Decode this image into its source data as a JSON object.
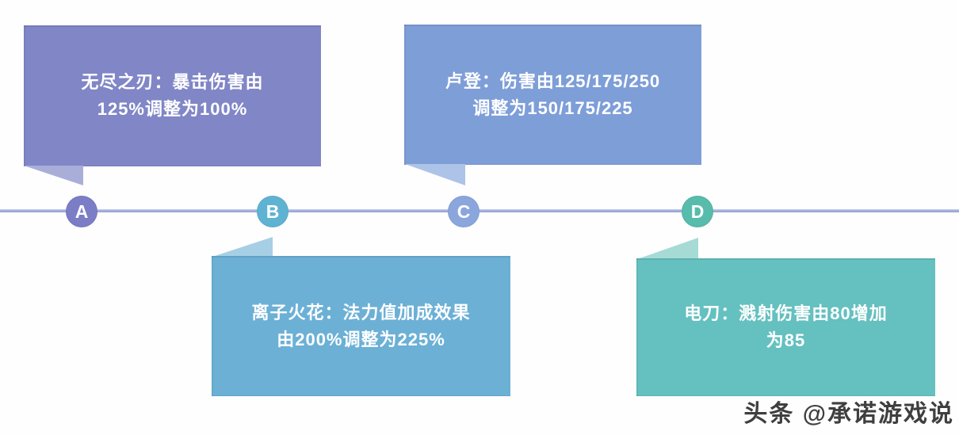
{
  "page": {
    "background_color": "#fefefe"
  },
  "timeline": {
    "line_color": "#a3b2e0",
    "nodes": [
      {
        "label": "A",
        "color": "#7b7ec6"
      },
      {
        "label": "B",
        "color": "#5fb3d2"
      },
      {
        "label": "C",
        "color": "#8aa6dd"
      },
      {
        "label": "D",
        "color": "#57bcab"
      }
    ]
  },
  "callouts": [
    {
      "node": "A",
      "item": "无尽之刃",
      "line1": "无尽之刃：暴击伤害由",
      "line2": "125%调整为100%",
      "full_text": "无尽之刃：暴击伤害由125%调整为100%",
      "position": "above-line",
      "box_color": "#8086c6",
      "tail_color": "#a9aed9"
    },
    {
      "node": "B",
      "item": "离子火花",
      "line1": "离子火花：法力值加成效果",
      "line2": "由200%调整为225%",
      "full_text": "离子火花：法力值加成效果由200%调整为225%",
      "position": "below-line",
      "box_color": "#6cb0d6",
      "tail_color": "#a6cfe5"
    },
    {
      "node": "C",
      "item": "卢登",
      "line1": "卢登：伤害由125/175/250",
      "line2": "调整为150/175/225",
      "full_text": "卢登：伤害由125/175/250调整为150/175/225",
      "position": "above-line",
      "box_color": "#7e9ed8",
      "tail_color": "#adc3e7"
    },
    {
      "node": "D",
      "item": "电刀",
      "line1": "电刀：溅射伤害由80增加",
      "line2": "为85",
      "full_text": "电刀：溅射伤害由80增加为85",
      "position": "below-line",
      "box_color": "#65c0c0",
      "tail_color": "#a6dbd5"
    }
  ],
  "watermark": {
    "text": "头条 @承诺游戏说"
  }
}
